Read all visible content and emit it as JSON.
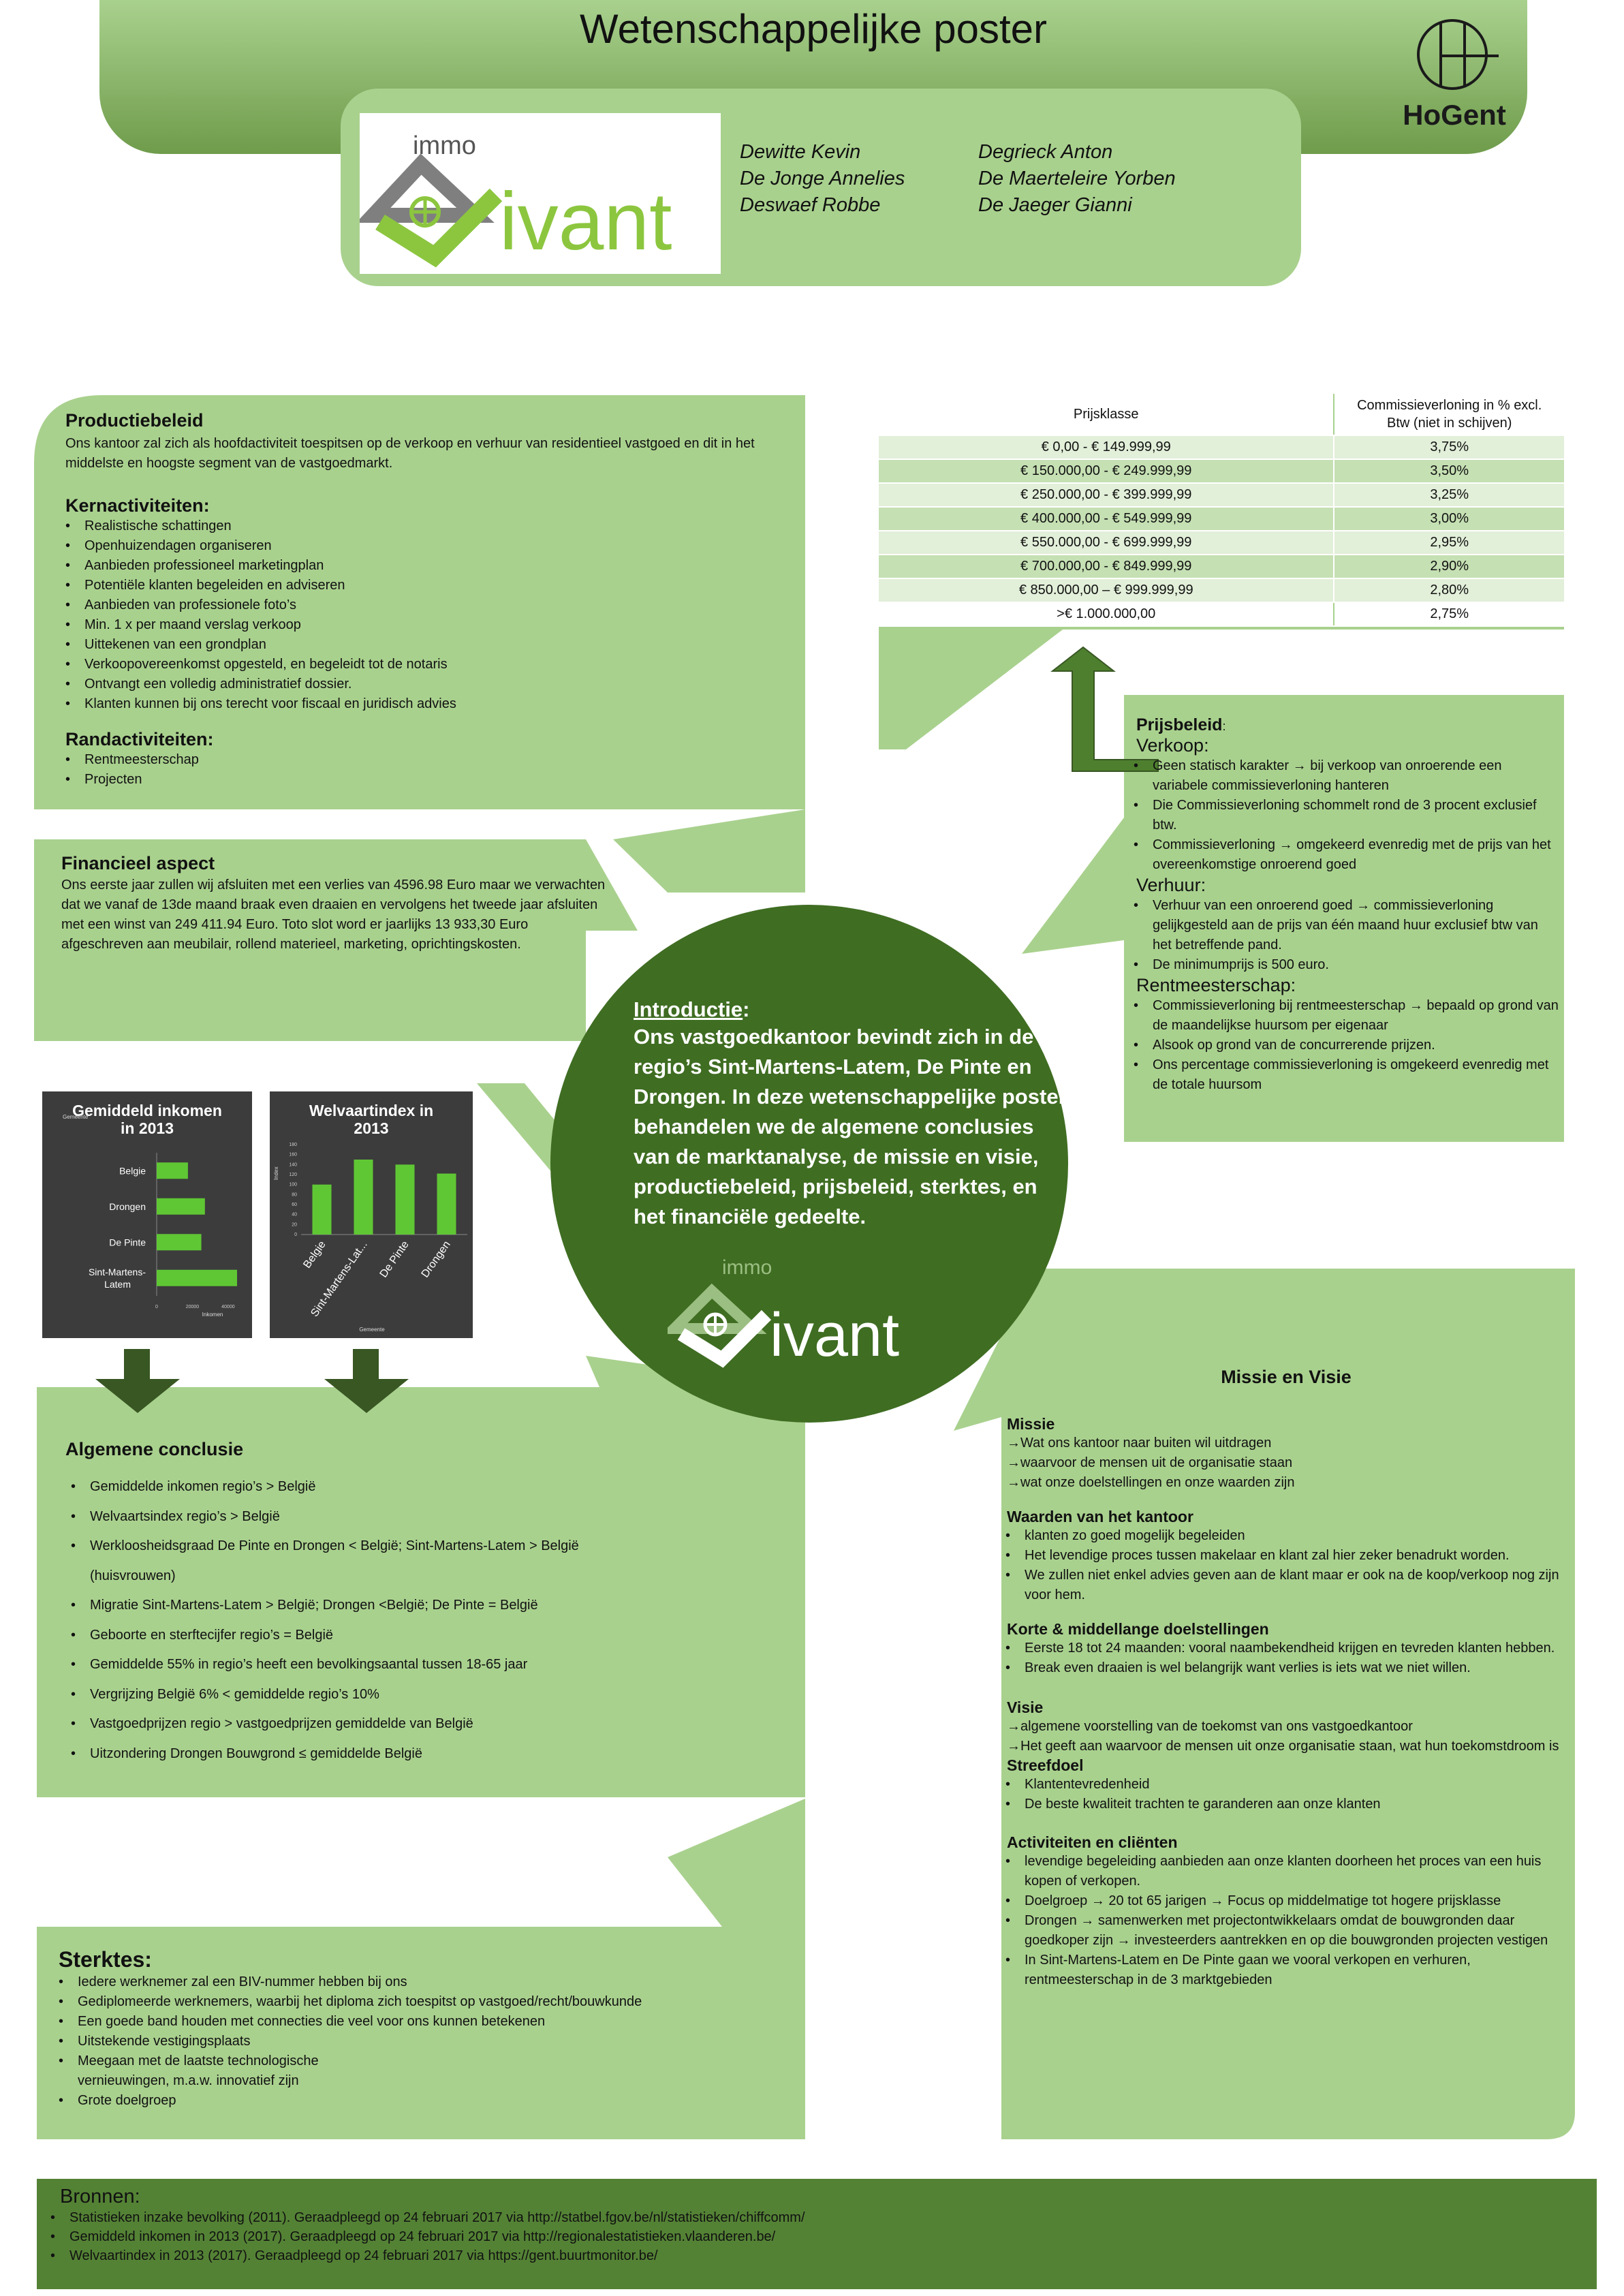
{
  "header": {
    "title": "Wetenschappelijke poster",
    "hogent_label": "HoGent",
    "logo_text_small": "immo",
    "logo_text_big": "ivant",
    "authors_left": [
      "Dewitte Kevin",
      "De Jonge Annelies",
      "Deswaef Robbe"
    ],
    "authors_right": [
      "Degrieck Anton",
      "De Maerteleire Yorben",
      "De Jaeger Gianni"
    ]
  },
  "colors": {
    "light_green": "#a9d18e",
    "dark_green": "#4e7f2e",
    "circle": "#3f6d22",
    "footer": "#548235",
    "bar": "#5fc734"
  },
  "productiebeleid": {
    "title": "Productiebeleid",
    "intro": "Ons kantoor zal zich als hoofdactiviteit toespitsen op de verkoop en verhuur van residentieel vastgoed en dit in het middelste en hoogste segment van de vastgoedmarkt.",
    "kern_title": "Kernactiviteiten:",
    "kern_items": [
      "Realistische schattingen",
      "Openhuizendagen organiseren",
      "Aanbieden professioneel marketingplan",
      "Potentiële klanten begeleiden en adviseren",
      "Aanbieden van professionele foto’s",
      "Min. 1 x per maand verslag verkoop",
      "Uittekenen van een grondplan",
      "Verkoopovereenkomst opgesteld, en begeleidt tot de notaris",
      "Ontvangt een volledig administratief dossier.",
      "Klanten kunnen bij ons terecht voor fiscaal en juridisch advies"
    ],
    "rand_title": "Randactiviteiten:",
    "rand_items": [
      "Rentmeesterschap",
      "Projecten"
    ]
  },
  "financieel": {
    "title": "Financieel aspect",
    "text": "Ons eerste jaar zullen wij afsluiten met een verlies van 4596.98 Euro maar we verwachten dat we vanaf de 13de maand braak even draaien en vervolgens het tweede jaar afsluiten met een winst van 249 411.94 Euro. Toto slot word er jaarlijks 13 933,30 Euro afgeschreven aan meubilair, rollend materieel, marketing, oprichtingskosten."
  },
  "table": {
    "col1": "Prijsklasse",
    "col2_line1": "Commissieverloning in %        excl.",
    "col2_line2": "Btw  (niet in schijven)",
    "rows": [
      {
        "range": "€ 0,00 - € 149.999,99",
        "pct": "3,75%"
      },
      {
        "range": "€ 150.000,00 - € 249.999,99",
        "pct": "3,50%"
      },
      {
        "range": "€ 250.000,00 - € 399.999,99",
        "pct": "3,25%"
      },
      {
        "range": "€ 400.000,00 - € 549.999,99",
        "pct": "3,00%"
      },
      {
        "range": "€ 550.000,00 - € 699.999,99",
        "pct": "2,95%"
      },
      {
        "range": "€ 700.000,00 - € 849.999,99",
        "pct": "2,90%"
      },
      {
        "range": "€ 850.000,00 – € 999.999,99",
        "pct": "2,80%"
      },
      {
        "range": ">€ 1.000.000,00",
        "pct": "2,75%"
      }
    ]
  },
  "prijsbeleid": {
    "title": "Prijsbeleid",
    "title_suffix": ":",
    "verkoop_title": "Verkoop:",
    "verkoop_items": [
      "Geen statisch karakter → bij verkoop van onroerende een variabele commissieverloning hanteren",
      "Die Commissieverloning schommelt rond de 3 procent exclusief btw.",
      "Commissieverloning → omgekeerd evenredig met de prijs van het overeenkomstige onroerend goed"
    ],
    "verhuur_title": "Verhuur:",
    "verhuur_items": [
      "Verhuur van een onroerend goed →  commissieverloning gelijkgesteld aan de prijs van één maand huur exclusief btw van het betreffende pand.",
      "De minimumprijs is 500 euro."
    ],
    "rent_title": "Rentmeesterschap:",
    "rent_items": [
      "Commissieverloning bij rentmeesterschap → bepaald op grond van de maandelijkse huursom per eigenaar",
      "Alsook op grond van de concurrerende prijzen.",
      "Ons percentage commissieverloning is omgekeerd evenredig met de totale huursom"
    ]
  },
  "introductie": {
    "title": "Introductie",
    "colon": ":",
    "text": "Ons vastgoedkantoor bevindt zich in de regio’s Sint-Martens-Latem, De Pinte en Drongen. In deze wetenschappelijke poster behandelen we de algemene conclusies van de marktanalyse, de missie en visie, productiebeleid, prijsbeleid, sterktes, en het financiële gedeelte."
  },
  "chart_data": [
    {
      "type": "bar",
      "orientation": "horizontal",
      "title": "Gemiddeld inkomen in 2013",
      "ylabel": "Gemeente",
      "xlabel": "Inkomen",
      "categories": [
        "Belgie",
        "Drongen",
        "De Pinte",
        "Sint-Martens-Latem"
      ],
      "values": [
        17500,
        27000,
        25000,
        45000
      ],
      "xlim": [
        0,
        45000
      ],
      "xticks": [
        "0",
        "20000",
        "40000"
      ]
    },
    {
      "type": "bar",
      "title": "Welvaartindex in 2013",
      "xlabel": "Gemeente",
      "ylabel": "Index",
      "categories": [
        "Belgie",
        "Sint-Martens-Lat...",
        "De Pinte",
        "Drongen"
      ],
      "values": [
        100,
        150,
        140,
        122
      ],
      "ylim": [
        0,
        180
      ],
      "yticks": [
        "0",
        "20",
        "40",
        "60",
        "80",
        "100",
        "120",
        "140",
        "160",
        "180"
      ]
    }
  ],
  "conclusie": {
    "title": "Algemene conclusie",
    "items": [
      "Gemiddelde inkomen regio’s > België",
      "Welvaartsindex regio’s > België",
      "Werkloosheidsgraad De Pinte en Drongen < België; Sint-Martens-Latem > België",
      "(huisvrouwen)",
      "Migratie Sint-Martens-Latem > België; Drongen <België; De Pinte = België",
      "Geboorte en sterftecijfer regio’s = België",
      "Gemiddelde 55% in regio’s heeft een bevolkingsaantal tussen 18-65 jaar",
      "Vergrijzing België 6% < gemiddelde regio’s 10%",
      "Vastgoedprijzen regio > vastgoedprijzen gemiddelde van België",
      "Uitzondering Drongen Bouwgrond ≤ gemiddelde België"
    ]
  },
  "missie": {
    "title": "Missie en Visie",
    "missie_title": "Missie",
    "missie_items": [
      "Wat ons kantoor naar buiten wil uitdragen",
      "waarvoor de mensen uit de organisatie staan",
      "wat onze doelstellingen en onze waarden zijn"
    ],
    "waarden_title": "Waarden van het kantoor",
    "waarden_items": [
      "klanten zo goed mogelijk begeleiden",
      "Het levendige proces tussen makelaar en klant zal hier zeker benadrukt worden.",
      "We zullen niet enkel advies geven aan de klant maar er ook na de koop/verkoop nog zijn voor hem."
    ],
    "doel_title": "Korte & middellange doelstellingen",
    "doel_items": [
      "Eerste 18 tot 24 maanden: vooral naambekendheid krijgen en tevreden klanten hebben.",
      "Break even draaien is wel belangrijk want verlies is iets wat we niet willen."
    ],
    "visie_title": "Visie",
    "visie_items": [
      "algemene voorstelling van de toekomst van ons vastgoedkantoor",
      "Het geeft aan waarvoor de mensen uit onze organisatie staan, wat hun toekomstdroom is"
    ],
    "streef_title": "Streefdoel",
    "streef_items": [
      "Klantentevredenheid",
      "De beste kwaliteit trachten te garanderen aan onze klanten"
    ],
    "act_title": "Activiteiten en cliënten",
    "act_items": [
      "levendige begeleiding aanbieden aan onze klanten doorheen het proces van een huis kopen of verkopen.",
      "Doelgroep → 20 tot 65 jarigen → Focus op middelmatige tot hogere prijsklasse",
      "Drongen → samenwerken met projectontwikkelaars omdat de bouwgronden daar goedkoper zijn → investeerders aantrekken en op die bouwgronden projecten vestigen",
      "In Sint-Martens-Latem en De Pinte gaan we vooral verkopen en verhuren, rentmeesterschap in de 3 marktgebieden"
    ]
  },
  "sterktes": {
    "title": "Sterktes:",
    "items": [
      "Iedere werknemer zal een BIV-nummer hebben bij ons",
      "Gediplomeerde werknemers, waarbij het diploma zich toespitst op vastgoed/recht/bouwkunde",
      "Een goede band houden met connecties die veel voor ons kunnen betekenen",
      "Uitstekende vestigingsplaats",
      "Meegaan met de laatste technologische vernieuwingen, m.a.w. innovatief zijn",
      "Grote doelgroep"
    ]
  },
  "bronnen": {
    "title": "Bronnen:",
    "items": [
      "Statistieken inzake bevolking (2011). Geraadpleegd op 24 februari 2017 via http://statbel.fgov.be/nl/statistieken/chiffcomm/",
      "Gemiddeld inkomen in 2013 (2017). Geraadpleegd op 24 februari 2017 via http://regionalestatistieken.vlaanderen.be/",
      "Welvaartindex in 2013 (2017). Geraadpleegd op 24 februari 2017 via https://gent.buurtmonitor.be/"
    ]
  }
}
